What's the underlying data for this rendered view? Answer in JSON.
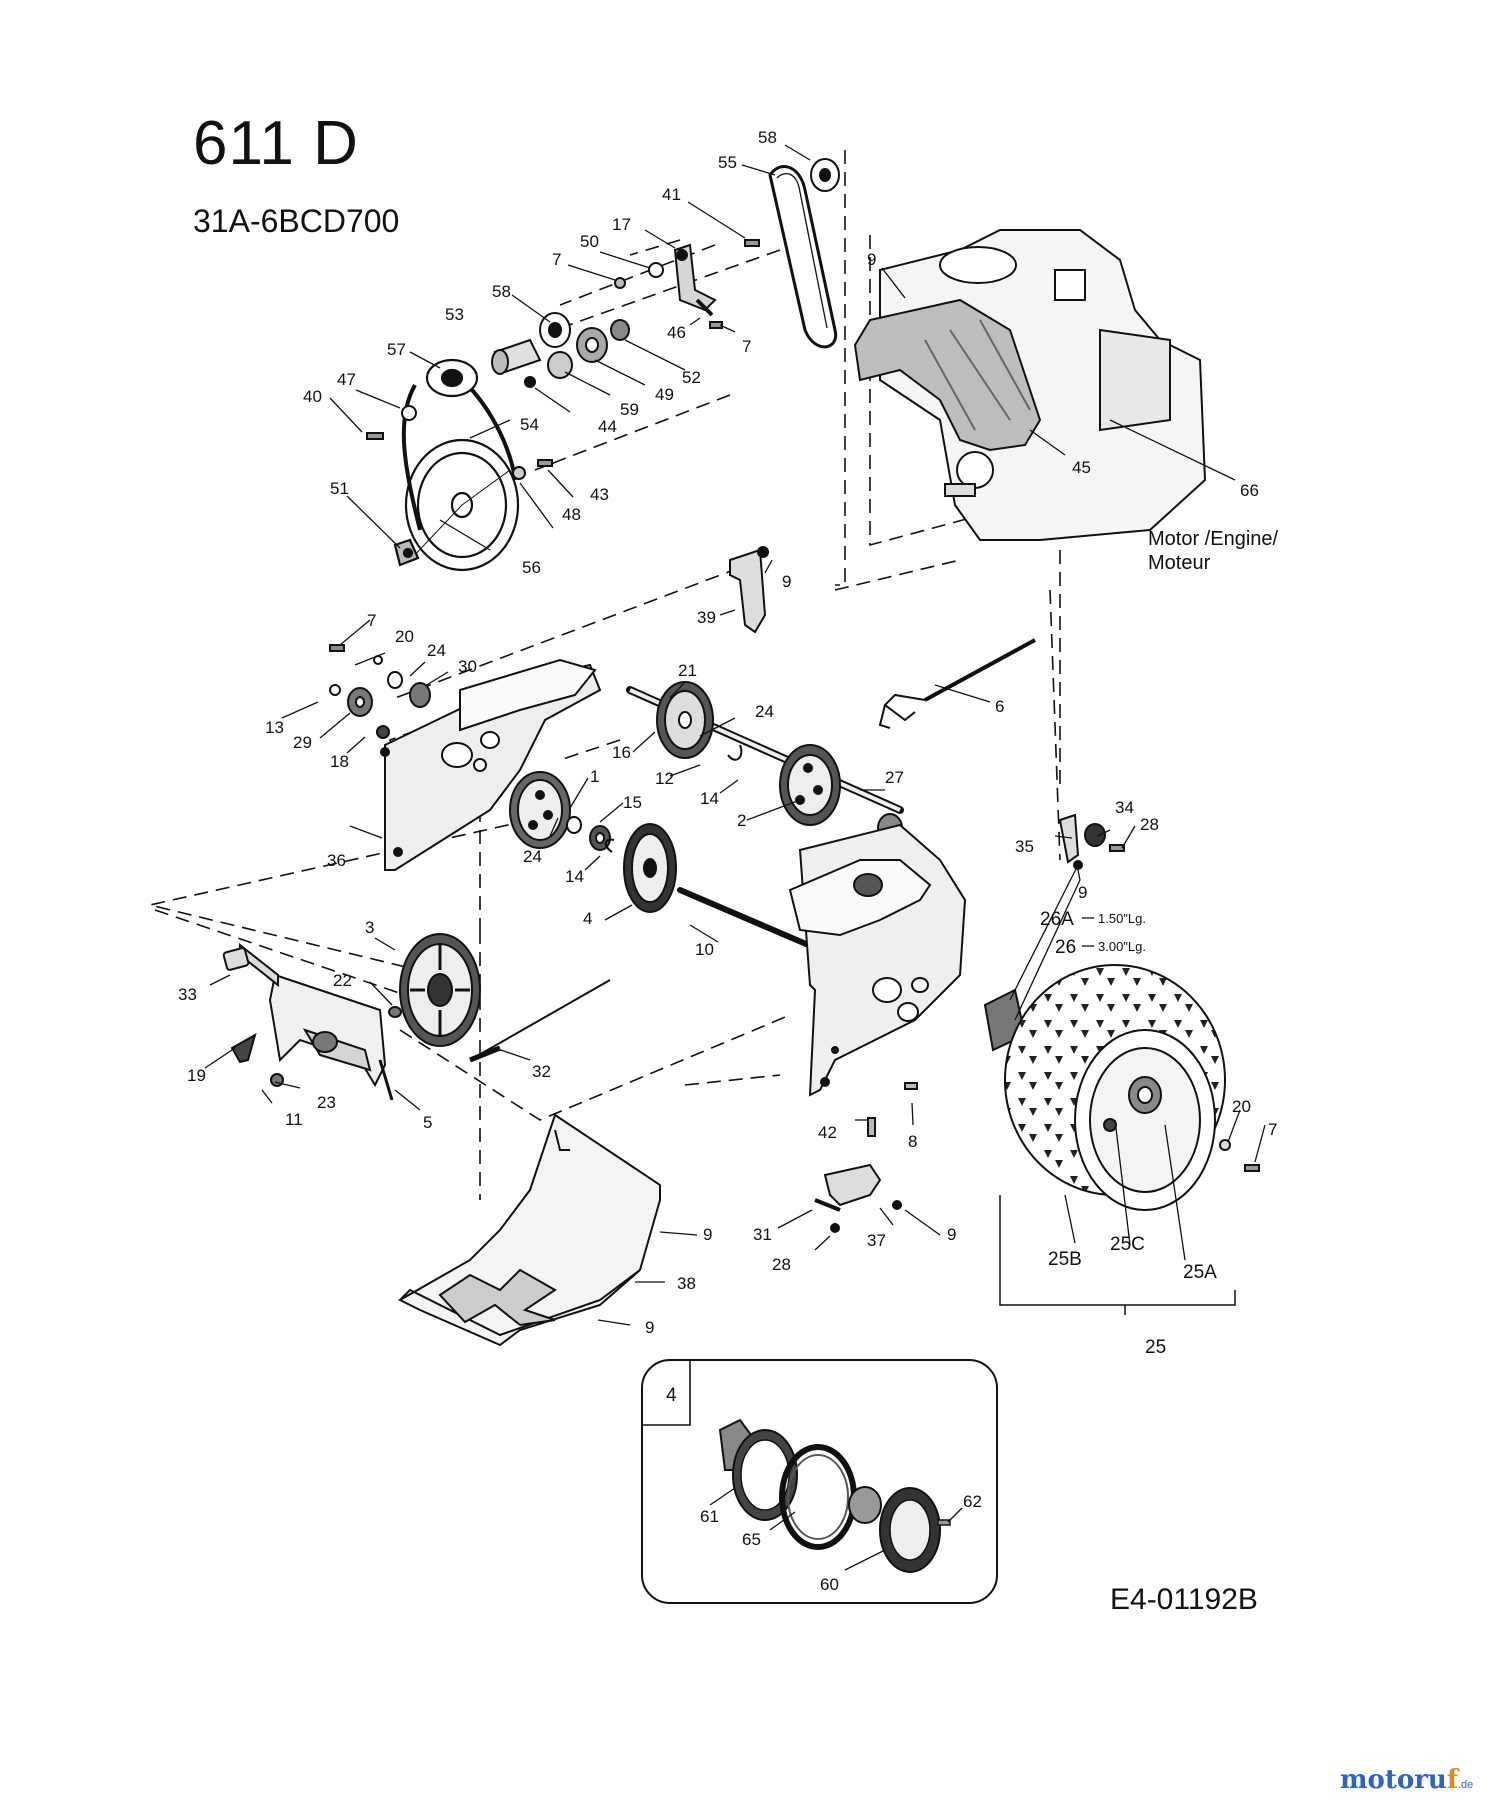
{
  "title": "611 D",
  "model": "31A-6BCD700",
  "diagram_code": "E4-01192B",
  "engine_label": [
    "Motor /Engine/",
    "Moteur"
  ],
  "wheel_spec": {
    "spacer_26a": "26A",
    "spacer_26a_len": "1.50\"Lg.",
    "spacer_26": "26",
    "spacer_26_len": "3.00\"Lg."
  },
  "wheel_labels": {
    "assembly": "25",
    "tire": "25B",
    "valve": "25C",
    "rim": "25A"
  },
  "inset_label": "4",
  "logo": {
    "main": "motoru",
    "accent": "f",
    "suffix": ".de"
  },
  "callouts": {
    "c58a": "58",
    "c55": "55",
    "c41": "41",
    "c17": "17",
    "c50": "50",
    "c7a": "7",
    "c9a": "9",
    "c58b": "58",
    "c53": "53",
    "c46": "46",
    "c7b": "7",
    "c57": "57",
    "c47": "47",
    "c40": "40",
    "c52": "52",
    "c49": "49",
    "c59": "59",
    "c44": "44",
    "c54": "54",
    "c43": "43",
    "c48": "48",
    "c51": "51",
    "c56": "56",
    "c45": "45",
    "c66": "66",
    "c9b": "9",
    "c39": "39",
    "c7c": "7",
    "c20a": "20",
    "c24a": "24",
    "c30": "30",
    "c21": "21",
    "c6": "6",
    "c13": "13",
    "c29": "29",
    "c18": "18",
    "c16": "16",
    "c24b": "24",
    "c12": "12",
    "c27": "27",
    "c14a": "14",
    "c1": "1",
    "c15": "15",
    "c2": "2",
    "c36": "36",
    "c24c": "24",
    "c14b": "14",
    "c4": "4",
    "c35": "35",
    "c34": "34",
    "c28a": "28",
    "c9c": "9",
    "c10": "10",
    "c3": "3",
    "c33": "33",
    "c22": "22",
    "c19": "19",
    "c23": "23",
    "c11": "11",
    "c5": "5",
    "c32": "32",
    "c42": "42",
    "c8": "8",
    "c20b": "20",
    "c7d": "7",
    "c31": "31",
    "c37": "37",
    "c9d": "9",
    "c28b": "28",
    "c9e": "9",
    "c38": "38",
    "c9f": "9",
    "c61": "61",
    "c65": "65",
    "c60": "60",
    "c62": "62"
  }
}
